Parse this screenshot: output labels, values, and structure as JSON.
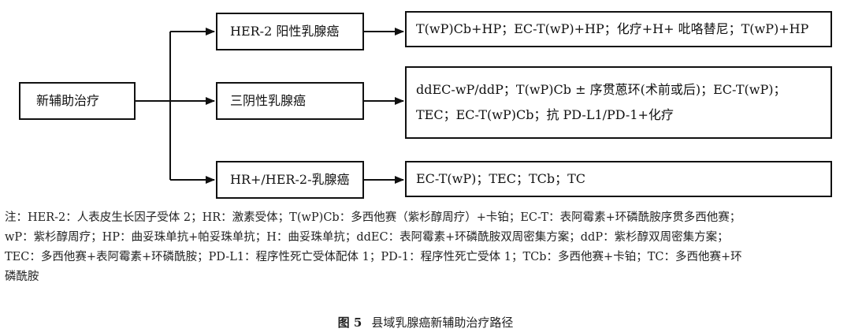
{
  "diagram": {
    "root": "新辅助治疗",
    "categories": [
      "HER-2 阳性乳腺癌",
      "三阴性乳腺癌",
      "HR+/HER-2-乳腺癌"
    ],
    "treatments": {
      "her2_positive": "T(wP)Cb+HP；EC-T(wP)+HP；化疗+H+ 吡咯替尼；T(wP)+HP",
      "triple_negative_line1": "ddEC-wP/ddP；T(wP)Cb ± 序贯蒽环(术前或后)；EC-T(wP)；",
      "triple_negative_line2": "TEC；EC-T(wP)Cb；抗 PD-L1/PD-1+化疗",
      "hr_positive": "EC-T(wP)；TEC；TCb；TC"
    }
  },
  "note": {
    "line1": "注：HER-2：人表皮生长因子受体 2；HR：激素受体；T(wP)Cb：多西他赛（紫杉醇周疗）+卡铂；EC-T：表阿霉素+环磷酰胺序贯多西他赛；",
    "line2": "wP：紫杉醇周疗；HP：曲妥珠单抗+帕妥珠单抗；H：曲妥珠单抗；ddEC：表阿霉素+环磷酰胺双周密集方案；ddP：紫杉醇双周密集方案；",
    "line3": "TEC：多西他赛+表阿霉素+环磷酰胺；PD-L1：程序性死亡受体配体 1；PD-1：程序性死亡受体 1；TCb：多西他赛+卡铂；TC：多西他赛+环",
    "line4": "磷酰胺"
  },
  "caption": {
    "label": "图 5",
    "title": "县域乳腺癌新辅助治疗路径"
  }
}
